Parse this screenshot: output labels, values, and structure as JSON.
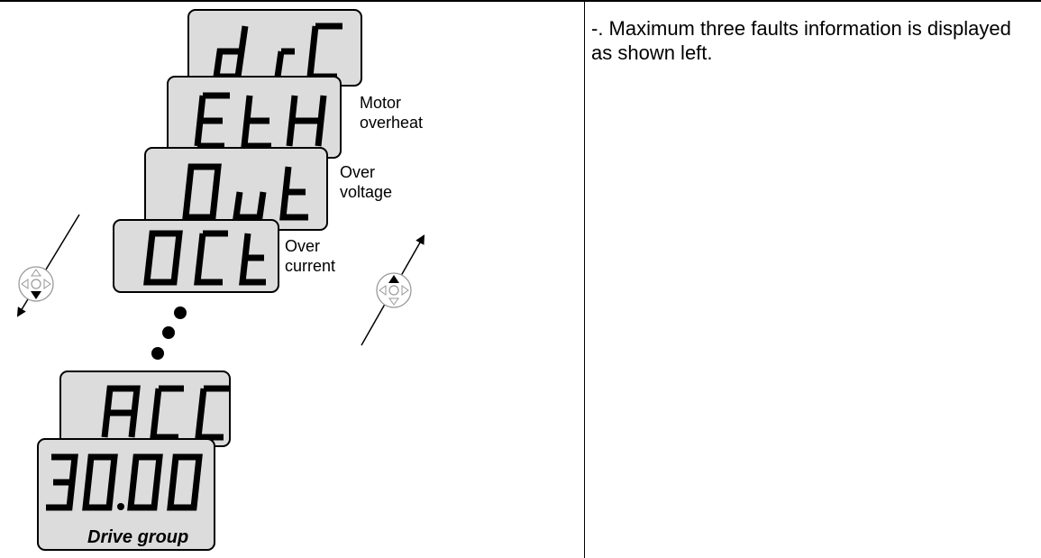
{
  "displays": {
    "drc": {
      "code": "drC"
    },
    "eth": {
      "code": "EtH",
      "label": "Motor\noverheat"
    },
    "out": {
      "code": "Out",
      "label": "Over\nvoltage"
    },
    "oct": {
      "code": "OCt",
      "label": "Over\ncurrent"
    },
    "acc": {
      "code": "ACC"
    },
    "value": {
      "code": "30.00"
    }
  },
  "drive_group_label": "Drive group",
  "keypad_down": {
    "direction": "down",
    "icon": "keypad-down-icon"
  },
  "keypad_up": {
    "direction": "up",
    "icon": "keypad-up-icon"
  },
  "description": "-. Maximum three faults information is displayed as shown left.",
  "colors": {
    "lcd_background": "#dcdcdc",
    "segment": "#000000",
    "line": "#000000"
  }
}
